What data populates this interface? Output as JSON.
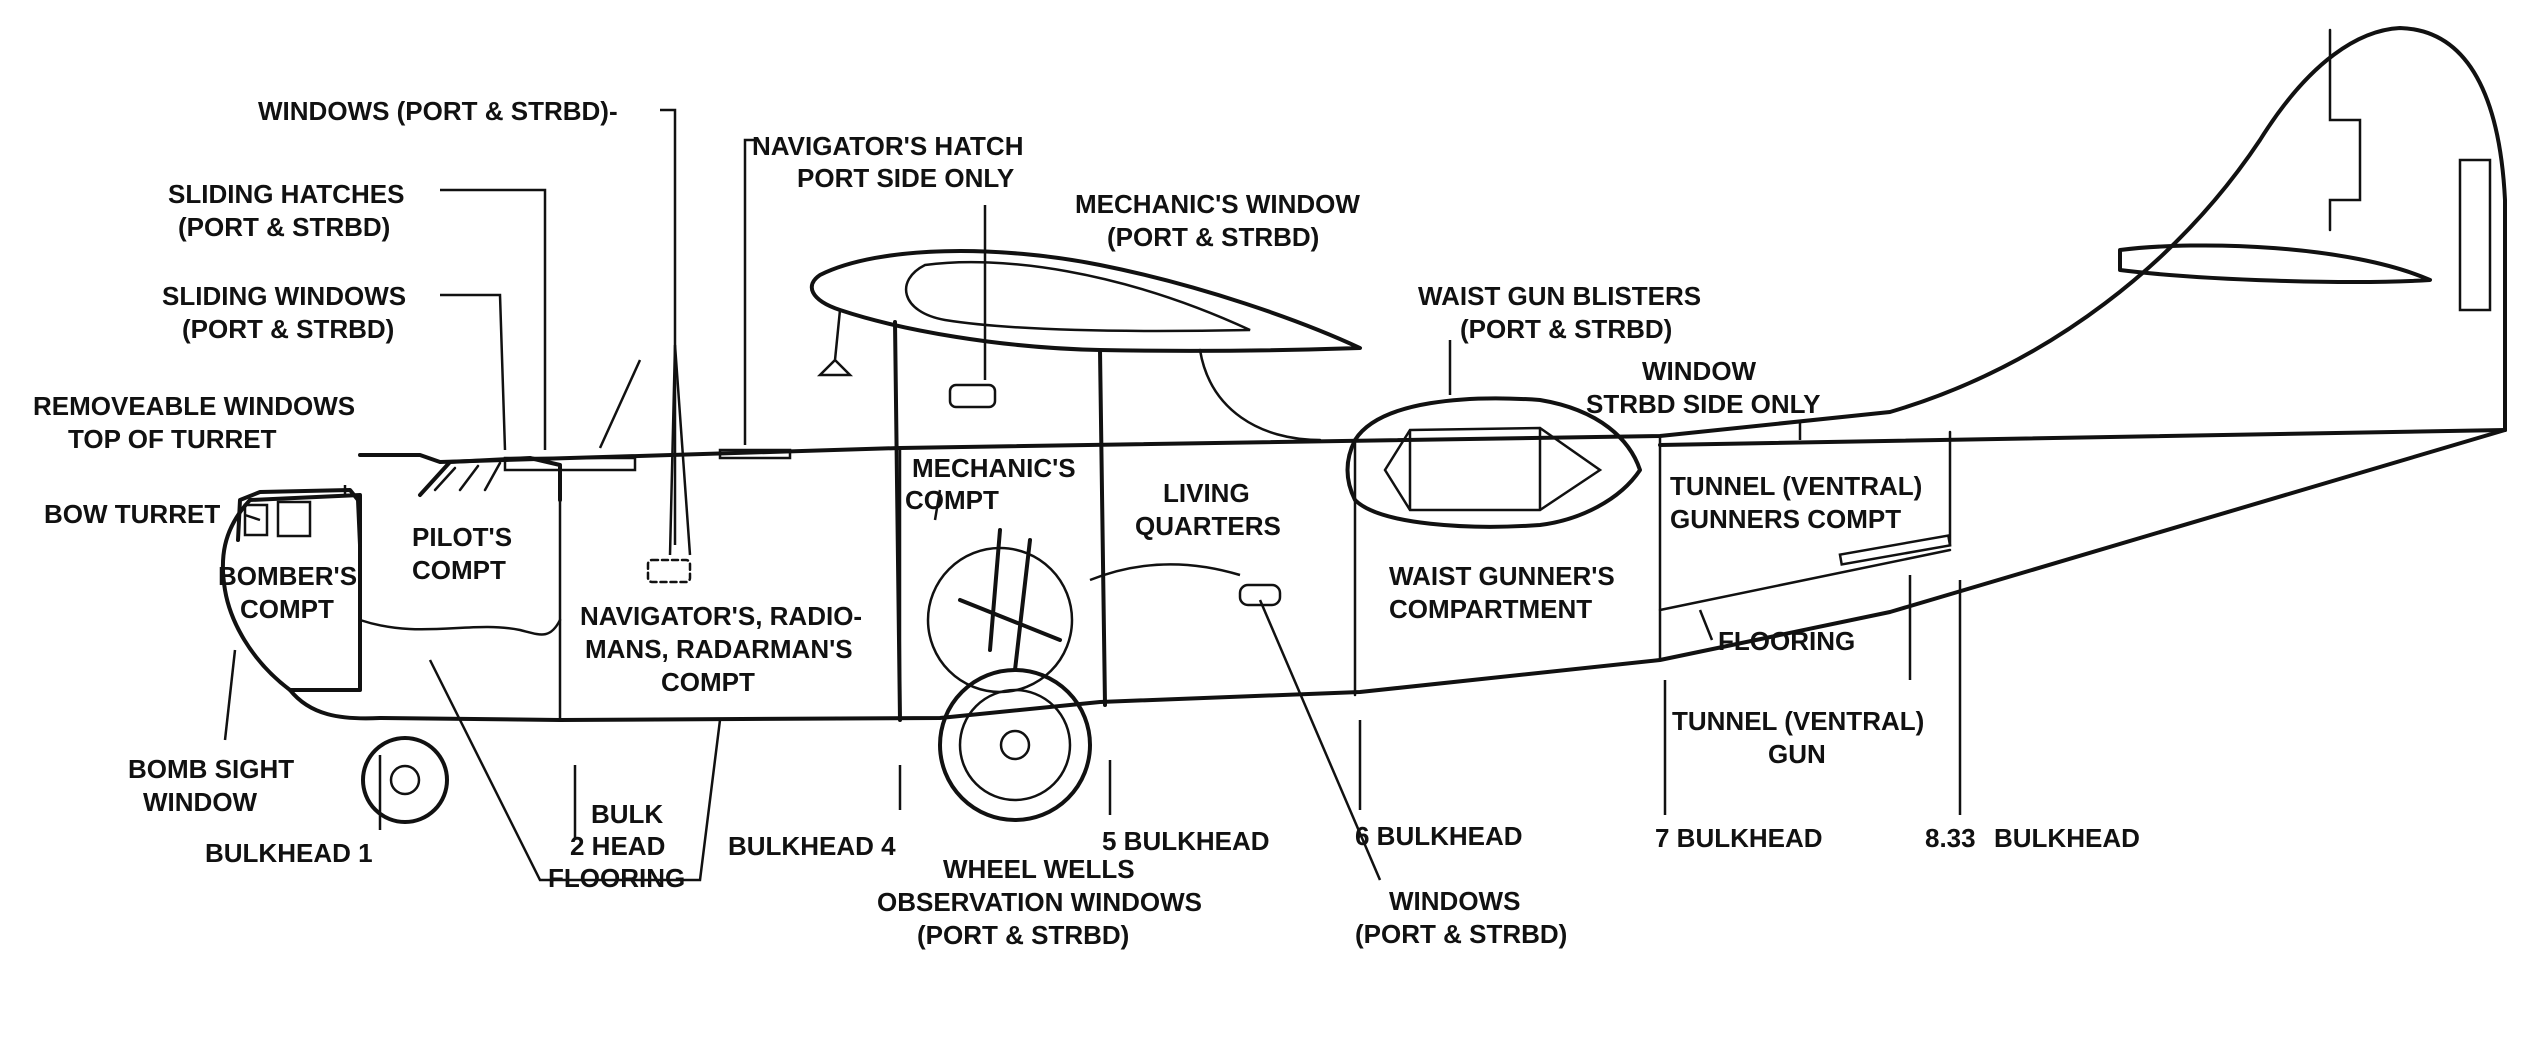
{
  "labels": {
    "windows_port_strbd": "WINDOWS (PORT & STRBD)-",
    "navigators_hatch_1": "NAVIGATOR'S HATCH",
    "navigators_hatch_2": "PORT SIDE ONLY",
    "sliding_hatches_1": "SLIDING HATCHES",
    "sliding_hatches_2": "(PORT & STRBD)",
    "mechanics_window_1": "MECHANIC'S WINDOW",
    "mechanics_window_2": "(PORT & STRBD)",
    "sliding_windows_1": "SLIDING WINDOWS",
    "sliding_windows_2": "(PORT & STRBD)",
    "waist_gun_blisters_1": "WAIST GUN BLISTERS",
    "waist_gun_blisters_2": "(PORT & STRBD)",
    "removeable_windows_1": "REMOVEABLE WINDOWS",
    "removeable_windows_2": "TOP OF TURRET",
    "window_strbd_1": "WINDOW",
    "window_strbd_2": "STRBD SIDE ONLY",
    "mechanics_compt_1": "MECHANIC'S",
    "mechanics_compt_2": "COMPT",
    "tunnel_gunners_1": "TUNNEL (VENTRAL)",
    "tunnel_gunners_2": "GUNNERS COMPT",
    "bow_turret": "BOW TURRET",
    "pilots_compt_1": "PILOT'S",
    "pilots_compt_2": "COMPT",
    "living_quarters_1": "LIVING",
    "living_quarters_2": "QUARTERS",
    "bombers_compt_1": "BOMBER'S",
    "bombers_compt_2": "COMPT",
    "waist_gunners_1": "WAIST GUNNER'S",
    "waist_gunners_2": "COMPARTMENT",
    "navigators_compt_1": "NAVIGATOR'S, RADIO-",
    "navigators_compt_2": "MANS, RADARMAN'S",
    "navigators_compt_3": "COMPT",
    "flooring_right": "FLOORING",
    "tunnel_gun_1": "TUNNEL (VENTRAL)",
    "tunnel_gun_2": "GUN",
    "bomb_sight_1": "BOMB SIGHT",
    "bomb_sight_2": "WINDOW",
    "bulk_head_1": "BULK",
    "bulk_head_2": "2 HEAD",
    "flooring_left": "FLOORING",
    "bulkhead_1": "BULKHEAD 1",
    "bulkhead_4": "BULKHEAD 4",
    "bulkhead_5": "5 BULKHEAD",
    "bulkhead_6": "6 BULKHEAD",
    "bulkhead_7": "7 BULKHEAD",
    "bulkhead_8_num": "8.33",
    "bulkhead_8_word": "BULKHEAD",
    "wheel_wells_1": "WHEEL WELLS",
    "wheel_wells_2": "OBSERVATION WINDOWS",
    "wheel_wells_3": "(PORT & STRBD)",
    "windows_6_1": "WINDOWS",
    "windows_6_2": "(PORT & STRBD)"
  }
}
